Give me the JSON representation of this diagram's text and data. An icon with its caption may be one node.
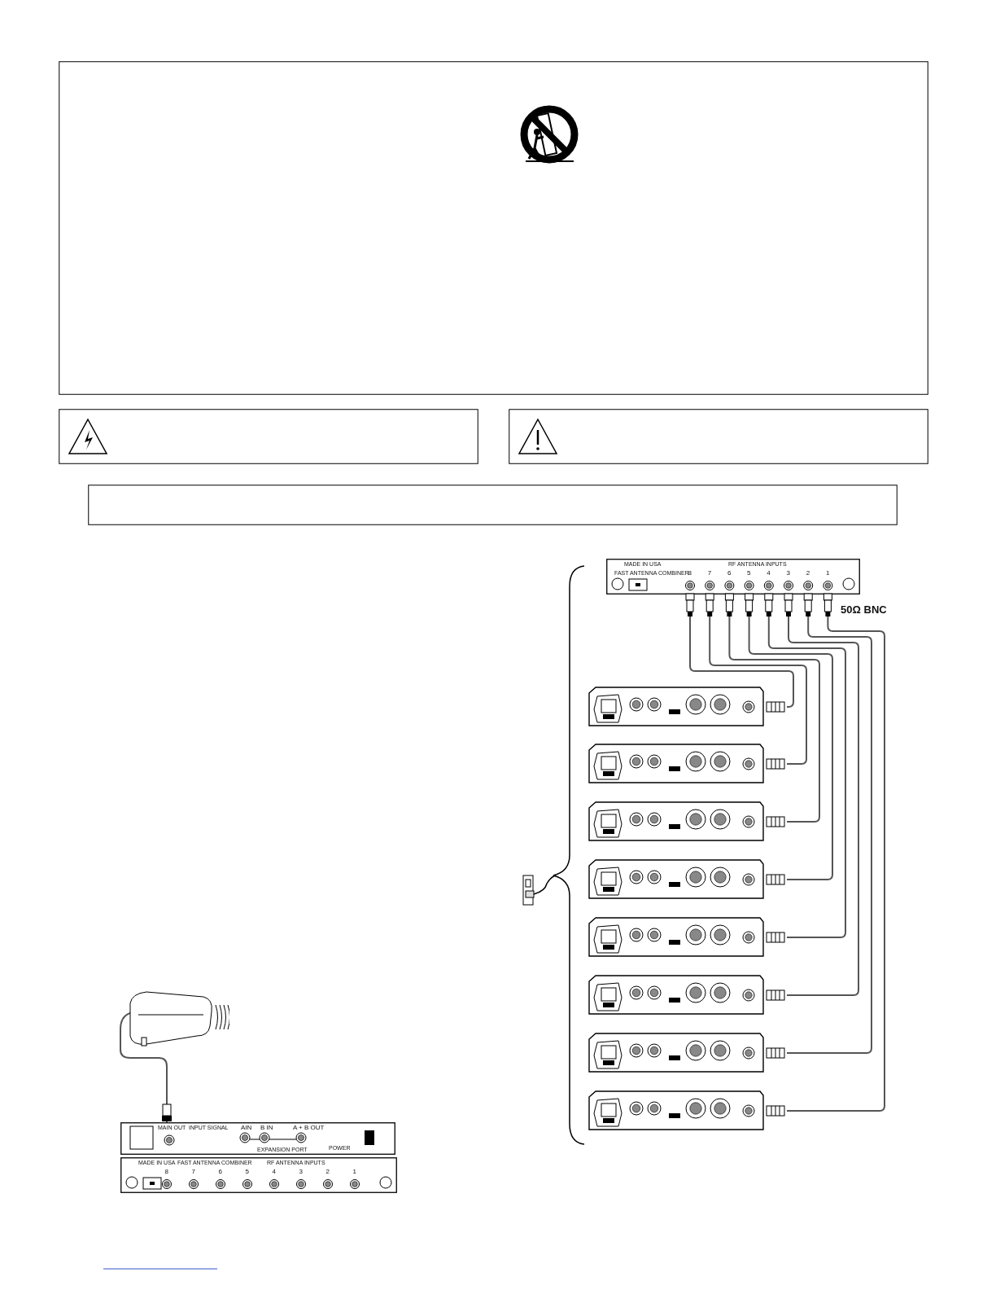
{
  "diagram": {
    "nodes": [
      {
        "text": [],
        "shape": "box"
      },
      {
        "text": [],
        "shape": "box"
      },
      {
        "text": [],
        "shape": "box"
      },
      {
        "text": [],
        "shape": "box"
      },
      {
        "text": [
          "MADE IN USA",
          "FAST ANTENNA COMBINER",
          "RF ANTENNA INPUTS",
          "8",
          "7",
          "6",
          "5",
          "4",
          "3",
          "2",
          "1"
        ]
      },
      {
        "text": [],
        "shape": "box"
      },
      {
        "text": [],
        "shape": "box"
      },
      {
        "text": [],
        "shape": "box"
      },
      {
        "text": [],
        "shape": "box"
      },
      {
        "text": [],
        "shape": "box"
      },
      {
        "text": [],
        "shape": "box"
      },
      {
        "text": [],
        "shape": "box"
      },
      {
        "text": [],
        "shape": "box"
      },
      {
        "text": [],
        "shape": "antenna"
      },
      {
        "text": [
          "MAIN OUT",
          "INPUT SIGNAL",
          "AIN",
          "B IN",
          "A + B OUT",
          "EXPANSION PORT",
          "POWER"
        ]
      },
      {
        "text": [
          "MADE IN USA",
          "FAST ANTENNA COMBINER",
          "RF ANTENNA INPUTS",
          "8",
          "7",
          "6",
          "5",
          "4",
          "3",
          "2",
          "1"
        ]
      }
    ],
    "edges": [
      {
        "from": 4,
        "to": 5,
        "arrow": "none"
      },
      {
        "from": 4,
        "to": 6,
        "arrow": "none"
      },
      {
        "from": 4,
        "to": 7,
        "arrow": "none"
      },
      {
        "from": 4,
        "to": 8,
        "arrow": "none"
      },
      {
        "from": 4,
        "to": 9,
        "arrow": "none"
      },
      {
        "from": 4,
        "to": 10,
        "arrow": "none"
      },
      {
        "from": 4,
        "to": 11,
        "arrow": "none"
      },
      {
        "from": 4,
        "to": 12,
        "arrow": "none"
      },
      {
        "from": 13,
        "to": 14,
        "arrow": "none"
      }
    ],
    "labels": [
      "50Ω BNC"
    ]
  }
}
